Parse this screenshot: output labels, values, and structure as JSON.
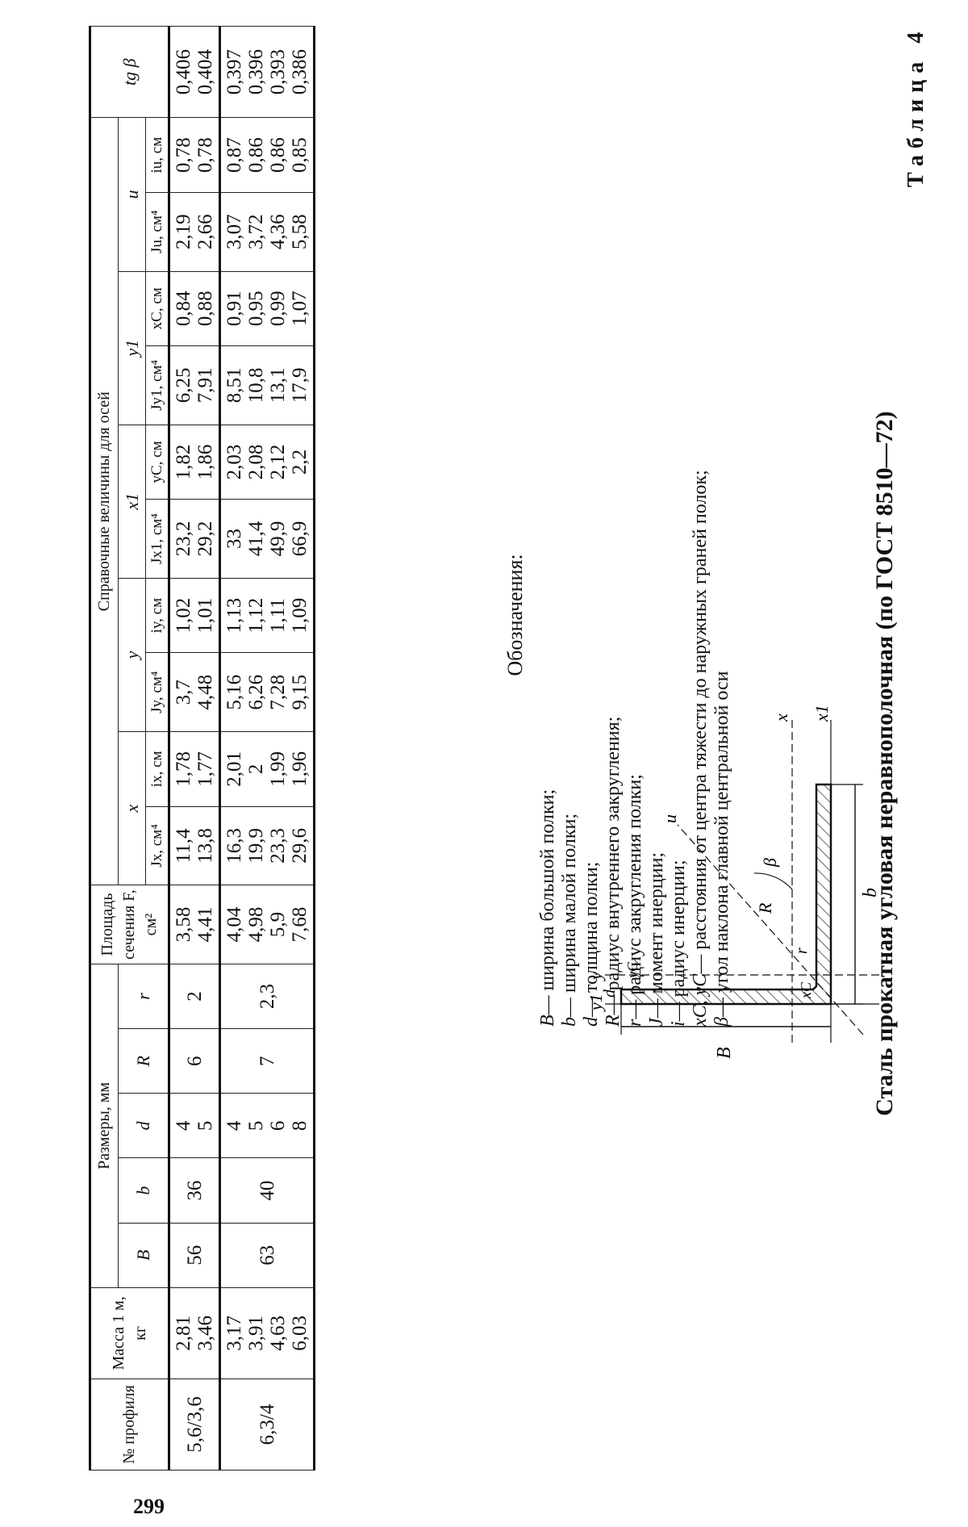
{
  "table_label": "Таблица 4",
  "title": "Сталь прокатная угловая неравнополочная (по ГОСТ 8510—72)",
  "legend": {
    "heading": "Обозначения:",
    "items": [
      {
        "sym": "B",
        "text": "— ширина большой полки;"
      },
      {
        "sym": "b",
        "text": "— ширина малой полки;"
      },
      {
        "sym": "d",
        "text": "— толщина полки;"
      },
      {
        "sym": "R",
        "text": "— радиус внутреннего закругления;"
      },
      {
        "sym": "r",
        "text": "— радиус закругления полки;"
      },
      {
        "sym": "J",
        "text": "— момент инерции;"
      },
      {
        "sym": "i",
        "text": "— радиус инерции;"
      },
      {
        "sym": "xC, yC",
        "text": "— расстояния от центра тяжести до наружных граней полок;"
      },
      {
        "sym": "β",
        "text": "— угол наклона главной центральной оси"
      }
    ]
  },
  "figure_labels": {
    "y1": "y1",
    "y": "y",
    "r": "r",
    "xC": "xC",
    "d": "d",
    "beta": "β",
    "R": "R",
    "u": "u",
    "B": "B",
    "b": "b",
    "x": "x",
    "x1": "x1",
    "yC": "yC"
  },
  "header": {
    "profile": "№ профиля",
    "mass": "Масса 1 м, кг",
    "dims": "Размеры, мм",
    "B": "B",
    "b": "b",
    "d": "d",
    "R": "R",
    "r": "r",
    "area": "Площадь сечения F, см²",
    "ref": "Справочные величины для осей",
    "ax_x": "x",
    "ax_y": "y",
    "ax_x1": "x1",
    "ax_y1": "y1",
    "ax_u": "u",
    "Jx": "Jx, см⁴",
    "ix": "ix, см",
    "Jy": "Jy, см⁴",
    "iy": "iy, см",
    "Jx1": "Jx1, см⁴",
    "yC": "yC, см",
    "Jy1": "Jy1, см⁴",
    "xC": "xC, см",
    "Ju": "Ju, см⁴",
    "iu": "iu, см",
    "tg": "tg β"
  },
  "rows": [
    {
      "profile": "5,6/3,6",
      "mass": "2,81\n3,46",
      "B": "56",
      "b": "36",
      "d": "4\n5",
      "R": "6",
      "r": "2",
      "F": "3,58\n4,41",
      "Jx": "11,4\n13,8",
      "ix": "1,78\n1,77",
      "Jy": "3,7\n4,48",
      "iy": "1,02\n1,01",
      "Jx1": "23,2\n29,2",
      "yC": "1,82\n1,86",
      "Jy1": "6,25\n7,91",
      "xC": "0,84\n0,88",
      "Ju": "2,19\n2,66",
      "iu": "0,78\n0,78",
      "tg": "0,406\n0,404"
    },
    {
      "profile": "6,3/4",
      "mass": "3,17\n3,91\n4,63\n6,03",
      "B": "63",
      "b": "40",
      "d": "4\n5\n6\n8",
      "R": "7",
      "r": "2,3",
      "F": "4,04\n4,98\n5,9\n7,68",
      "Jx": "16,3\n19,9\n23,3\n29,6",
      "ix": "2,01\n2\n1,99\n1,96",
      "Jy": "5,16\n6,26\n7,28\n9,15",
      "iy": "1,13\n1,12\n1,11\n1,09",
      "Jx1": "33\n41,4\n49,9\n66,9",
      "yC": "2,03\n2,08\n2,12\n2,2",
      "Jy1": "8,51\n10,8\n13,1\n17,9",
      "xC": "0,91\n0,95\n0,99\n1,07",
      "Ju": "3,07\n3,72\n4,36\n5,58",
      "iu": "0,87\n0,86\n0,86\n0,85",
      "tg": "0,397\n0,396\n0,393\n0,386"
    }
  ],
  "page_number": "299"
}
